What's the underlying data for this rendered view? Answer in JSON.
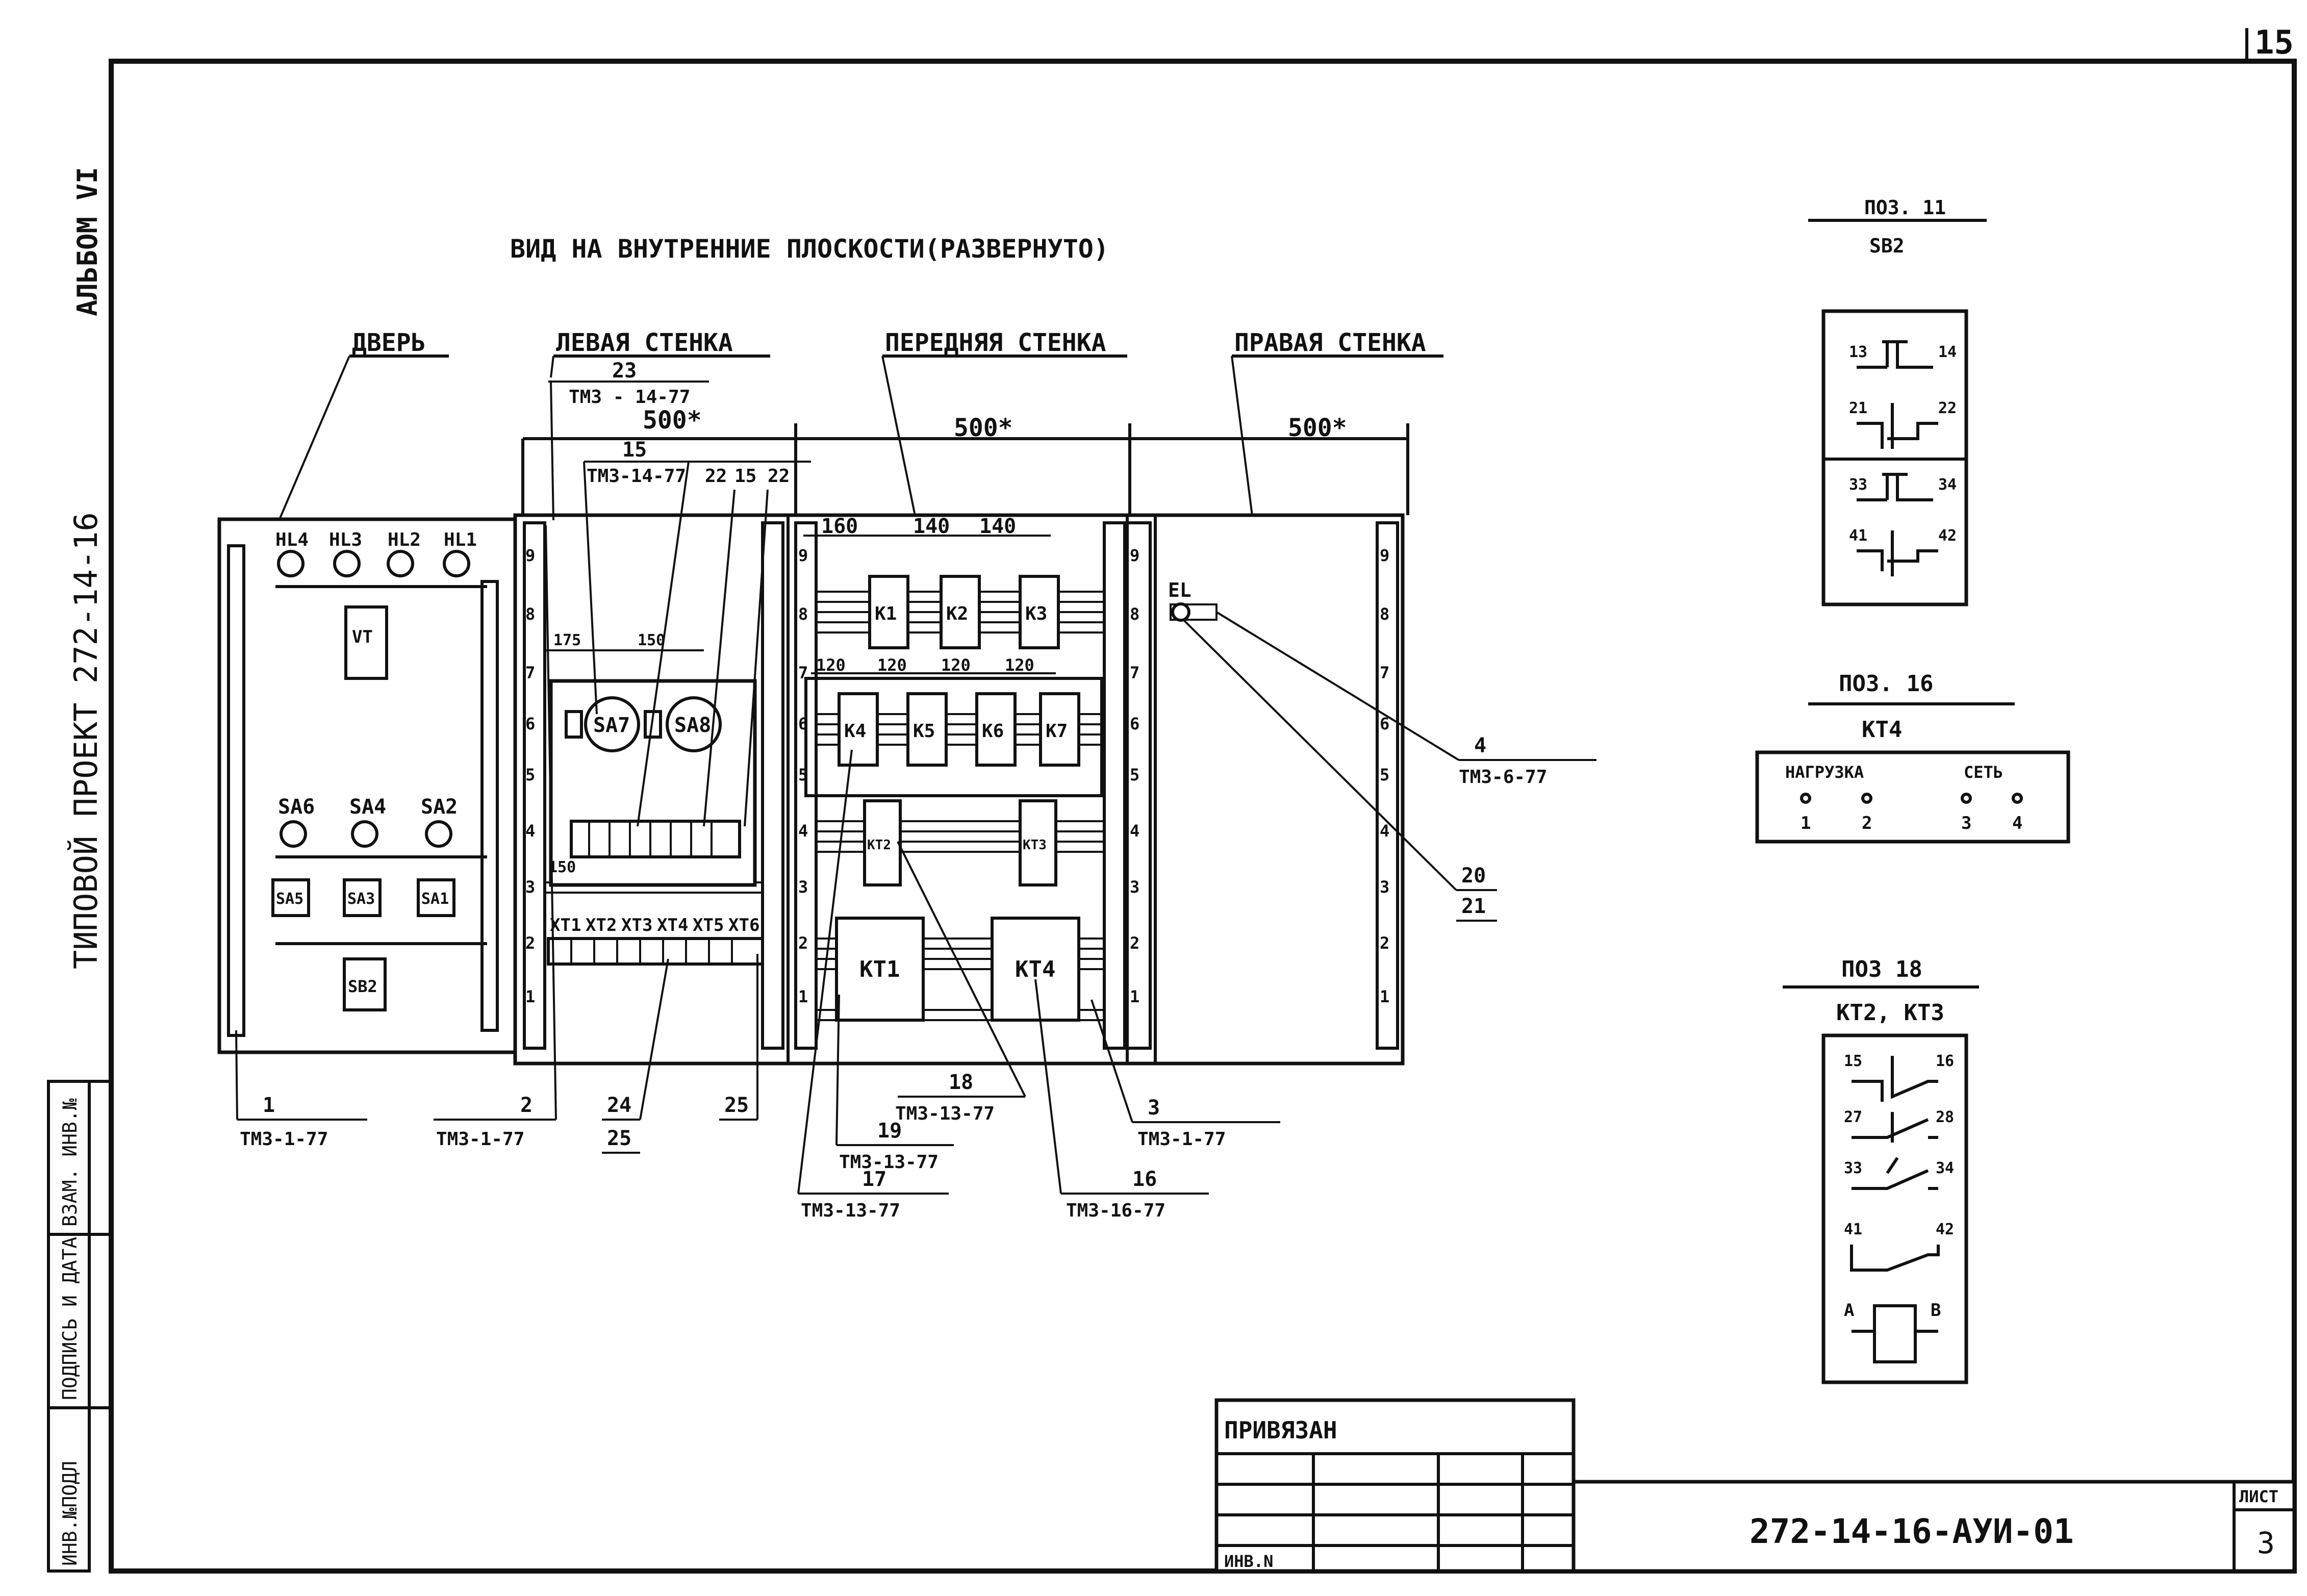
{
  "page_number": "15",
  "side_text": {
    "album": "АЛЬБОМ VI",
    "project": "ТИПОВОЙ ПРОЕКТ 272-14-16"
  },
  "stamp_labels": [
    "ИНВ.№ПОДЛ",
    "ПОДПИСЬ И ДАТА",
    "ВЗАМ. ИНВ.№"
  ],
  "title": "ВИД НА ВНУТРЕННИЕ ПЛОСКОСТИ(РАЗВЕРНУТО)",
  "sections": {
    "door": "ДВЕРЬ",
    "left_wall": "ЛЕВАЯ СТЕНКА",
    "front_wall": "ПЕРЕДНЯЯ СТЕНКА",
    "right_wall": "ПРАВАЯ СТЕНКА"
  },
  "dims": {
    "wall_width": "500*",
    "front_spacing": [
      "160",
      "140",
      "140"
    ],
    "relay_spacing": [
      "120",
      "120",
      "120",
      "120"
    ],
    "sa_spacing": [
      "175",
      "150"
    ]
  },
  "door": {
    "lamps": [
      "HL4",
      "HL3",
      "HL2",
      "HL1"
    ],
    "meter": "VT",
    "switch_labels": [
      "SA6",
      "SA4",
      "SA2"
    ],
    "switch_boxes": [
      "SA5",
      "SA3",
      "SA1"
    ],
    "button": "SB2"
  },
  "left_wall": {
    "switches": [
      "SA7",
      "SA8"
    ],
    "terminal_labels": [
      "XT1",
      "XT2",
      "XT3",
      "XT4",
      "XT5",
      "XT6"
    ],
    "small_label": "150"
  },
  "front_wall": {
    "row1": [
      "K1",
      "K2",
      "K3"
    ],
    "row2": [
      "K4",
      "K5",
      "K6",
      "K7"
    ],
    "row3": [
      "KT2",
      "KT3"
    ],
    "row4": [
      "KT1",
      "KT4"
    ]
  },
  "right_wall": {
    "lamp": "EL"
  },
  "rail_ticks": [
    "9",
    "8",
    "7",
    "6",
    "5",
    "4",
    "3",
    "2",
    "1"
  ],
  "callouts": {
    "c23": "23",
    "c23_ref": "ТМЗ - 14-77",
    "c15": "15",
    "c15_ref": "ТМЗ-14-77",
    "c22a": "22",
    "c15b": "15",
    "c22b": "22",
    "c1": "1",
    "c1_ref": "ТМЗ-1-77",
    "c2": "2",
    "c2_ref": "ТМЗ-1-77",
    "c24": "24",
    "c24_sub": "25",
    "c25": "25",
    "c18": "18",
    "c18_ref": "ТМЗ-13-77",
    "c19": "19",
    "c19_ref": "ТМЗ-13-77",
    "c17": "17",
    "c17_ref": "ТМЗ-13-77",
    "c16": "16",
    "c16_ref": "ТМЗ-16-77",
    "c3": "3",
    "c3_ref": "ТМЗ-1-77",
    "c4": "4",
    "c4_ref": "ТМЗ-6-77",
    "c20": "20",
    "c20_sub": "21"
  },
  "pos11": {
    "title": "ПОЗ. 11",
    "sub": "SB2",
    "contacts": [
      [
        "13",
        "14"
      ],
      [
        "21",
        "22"
      ],
      [
        "33",
        "34"
      ],
      [
        "41",
        "42"
      ]
    ]
  },
  "pos16": {
    "title": "ПОЗ. 16",
    "sub": "КТ4",
    "left_label": "НАГРУЗКА",
    "right_label": "СЕТЬ",
    "terms": [
      "1",
      "2",
      "3",
      "4"
    ]
  },
  "pos18": {
    "title": "ПОЗ 18",
    "sub": "КТ2, КТ3",
    "contacts": [
      [
        "15",
        "16"
      ],
      [
        "27",
        "28"
      ],
      [
        "33",
        "34"
      ],
      [
        "41",
        "42"
      ]
    ],
    "coil": [
      "А",
      "В"
    ]
  },
  "title_block": {
    "privyazan": "ПРИВЯЗАН",
    "inv": "ИНВ.N",
    "code": "272-14-16-АУИ-01",
    "sheet_label": "ЛИСТ",
    "sheet_no": "3"
  }
}
